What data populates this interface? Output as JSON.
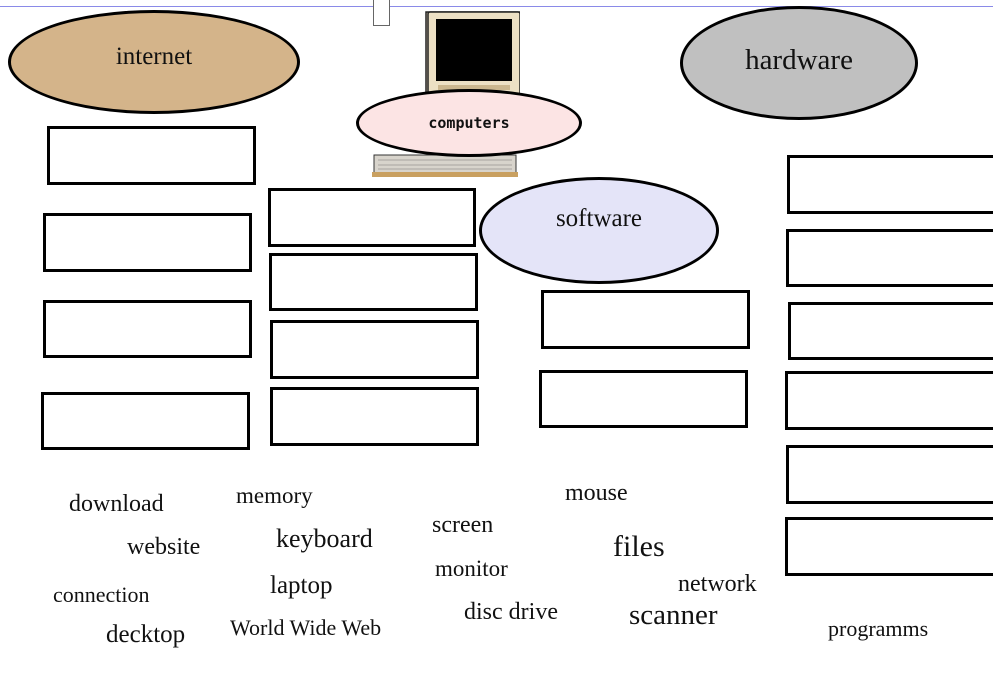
{
  "categories": {
    "internet": "internet",
    "hardware": "hardware",
    "software": "software",
    "computers": "computers"
  },
  "colors": {
    "internet_fill": "#d4b48a",
    "hardware_fill": "#c0c0c0",
    "software_fill": "#e4e4f8",
    "computers_fill": "#fce4e4"
  },
  "icons": [
    "computer-icon"
  ],
  "word_bank": [
    "download",
    "website",
    "connection",
    "decktop",
    "memory",
    "keyboard",
    "laptop",
    "World Wide Web",
    "screen",
    "monitor",
    "disc drive",
    "mouse",
    "files",
    "network",
    "scanner",
    "programms"
  ]
}
